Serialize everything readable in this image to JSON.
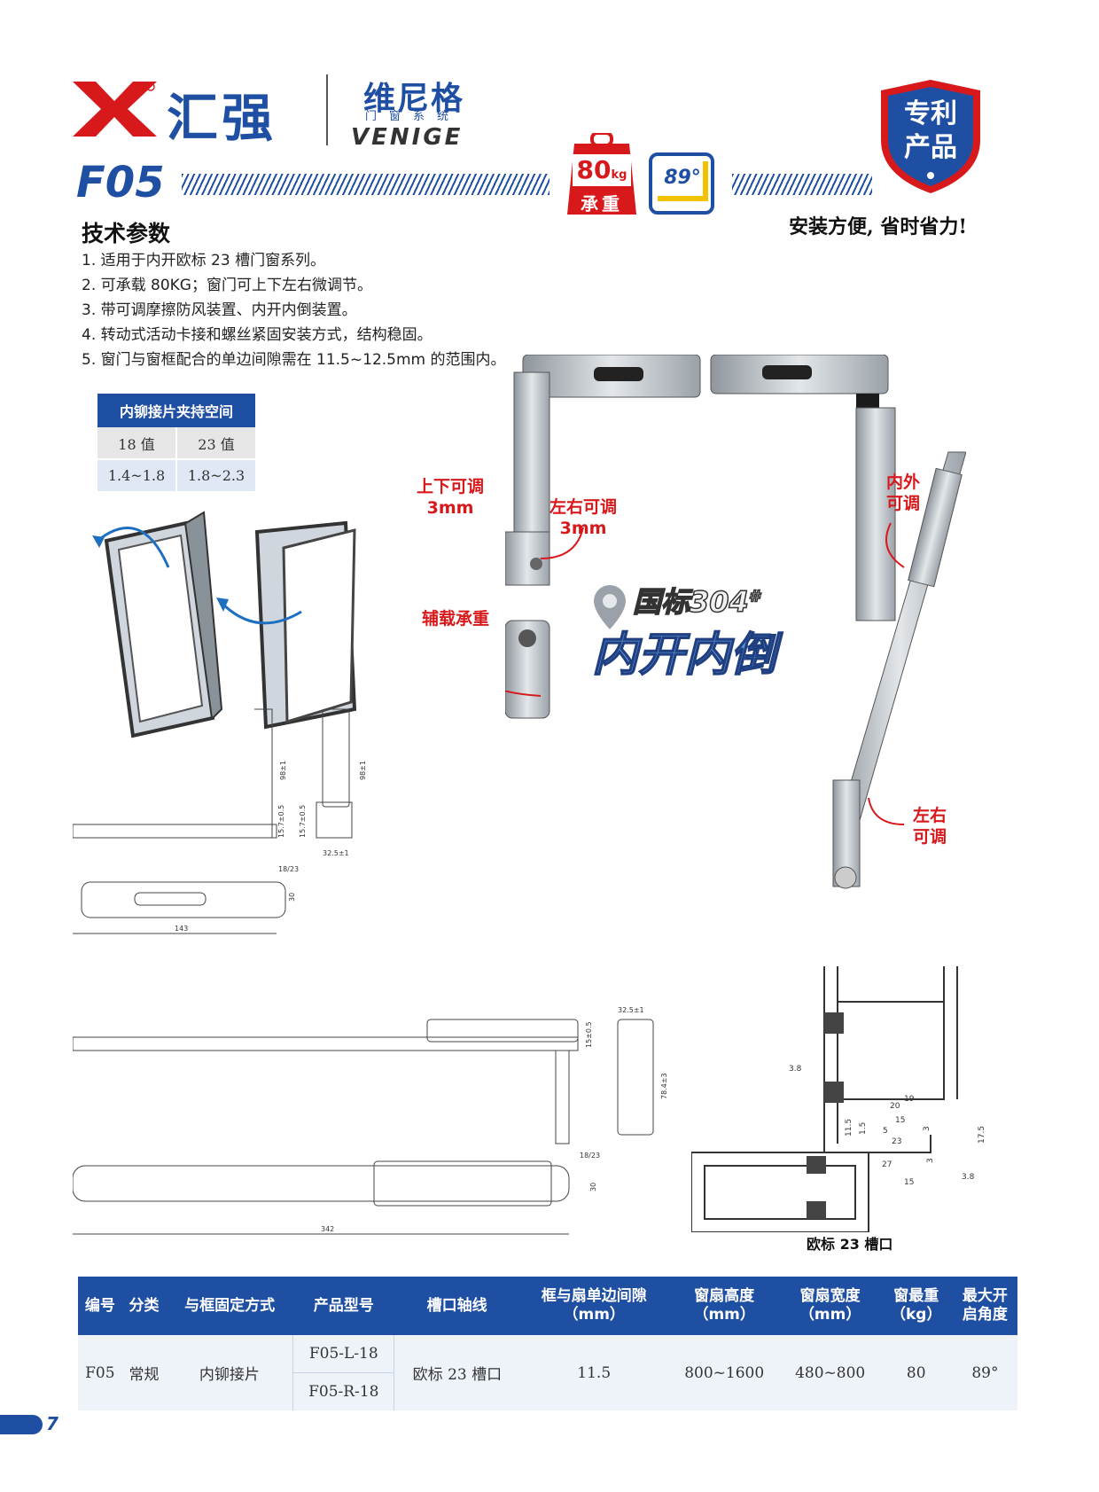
{
  "header": {
    "brand_name": "汇强",
    "sub_brand": "维尼格",
    "sub_brand_caption": "门窗系统",
    "sub_brand_latin": "VENIGE",
    "model": "F05",
    "load_value": "80",
    "load_unit": "kg",
    "load_label": "承重",
    "angle_value": "89°",
    "patent_line1": "专利",
    "patent_line2": "产品",
    "slogan": "安装方便, 省时省力!"
  },
  "specs": {
    "heading": "技术参数",
    "items": [
      "1. 适用于内开欧标 23 槽门窗系列。",
      "2. 可承载 80KG；窗门可上下左右微调节。",
      "3. 带可调摩擦防风装置、内开内倒装置。",
      "4. 转动式活动卡接和螺丝紧固安装方式，结构稳固。",
      "5. 窗门与窗框配合的单边间隙需在 11.5~12.5mm 的范围内。"
    ]
  },
  "clamp_table": {
    "title": "内铆接片夹持空间",
    "headers": [
      "18 值",
      "23 值"
    ],
    "values": [
      "1.4~1.8",
      "1.8~2.3"
    ]
  },
  "callouts": {
    "updown": [
      "上下可调",
      "3mm"
    ],
    "leftright": [
      "左右可调",
      "3mm"
    ],
    "aux": "辅载承重",
    "inout": [
      "内外",
      "可调"
    ],
    "lr2": [
      "左右",
      "可调"
    ],
    "material": "国标304",
    "material_mark": "#",
    "mode": "内开内倒"
  },
  "drawing_dims": {
    "d1": "98±1",
    "d2": "98±1",
    "d3": "15.7±0.5",
    "d4": "15.7±0.5",
    "d5": "32.5±1",
    "d6": "18/23",
    "d7": "30",
    "d8": "143",
    "d9": "32.5±1",
    "d10": "15±0.5",
    "d11": "78.4±3",
    "d12": "18/23",
    "d13": "30",
    "d14": "342"
  },
  "section_dims": {
    "a": "3.8",
    "b": "19",
    "c": "20",
    "d": "15",
    "e": "5",
    "f": "1.5",
    "g": "11.5",
    "h": "23",
    "i": "3",
    "j": "17.5",
    "k": "27",
    "l": "15",
    "m": "3.8",
    "n": "3"
  },
  "section_caption": "欧标 23 槽口",
  "table": {
    "headers": [
      [
        "编号"
      ],
      [
        "分类"
      ],
      [
        "与框固定方式"
      ],
      [
        "产品型号"
      ],
      [
        "槽口轴线"
      ],
      [
        "框与扇单边间隙",
        "（mm）"
      ],
      [
        "窗扇高度",
        "（mm）"
      ],
      [
        "窗扇宽度",
        "（mm）"
      ],
      [
        "窗最重",
        "（kg）"
      ],
      [
        "最大开",
        "启角度"
      ]
    ],
    "row": {
      "code": "F05",
      "category": "常规",
      "fixing": "内铆接片",
      "models": [
        "F05-L-18",
        "F05-R-18"
      ],
      "axis": "欧标 23 槽口",
      "gap": "11.5",
      "height": "800~1600",
      "width": "480~800",
      "weight": "80",
      "angle": "89°"
    }
  },
  "page_number": "7",
  "colors": {
    "brand_blue": "#1f4fa3",
    "brand_red": "#d7191c"
  }
}
